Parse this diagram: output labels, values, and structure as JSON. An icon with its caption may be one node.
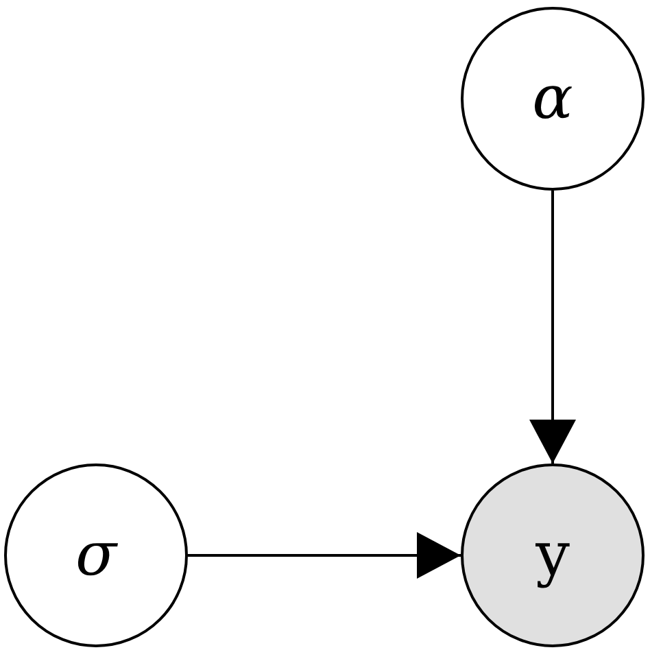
{
  "diagram": {
    "nodes": [
      {
        "text": [
          "α"
        ]
      },
      {
        "text": [
          "σ"
        ]
      },
      {
        "text": [
          "y"
        ]
      }
    ],
    "edges": [
      {
        "from": 0,
        "to": 2,
        "arrow": "to"
      },
      {
        "from": 1,
        "to": 2,
        "arrow": "to"
      }
    ]
  }
}
